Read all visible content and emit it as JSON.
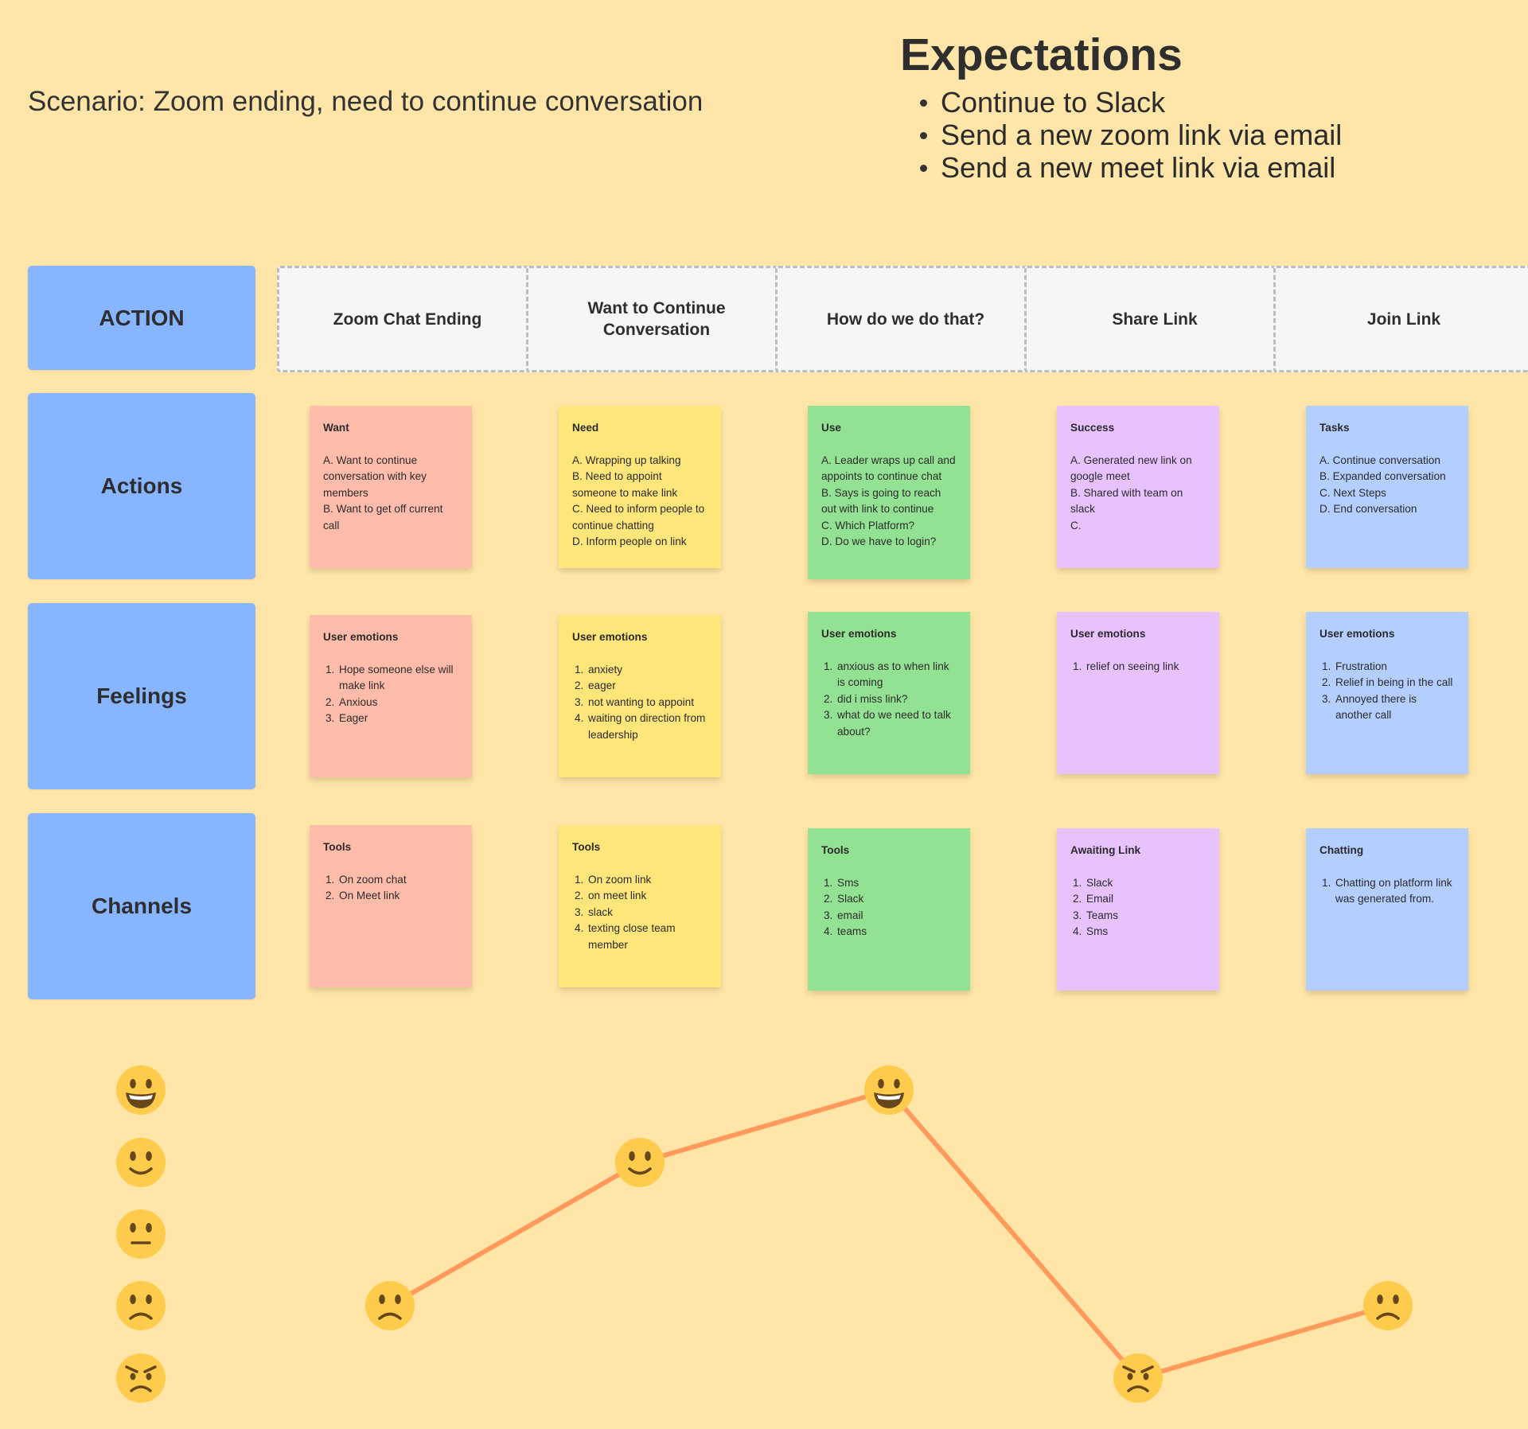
{
  "scenario": "Scenario: Zoom ending, need to continue conversation",
  "expectations": {
    "title": "Expectations",
    "items": [
      "Continue to Slack",
      "Send a new zoom link via email",
      "Send a new meet link via email"
    ]
  },
  "rows": [
    "ACTION",
    "Actions",
    "Feelings",
    "Channels"
  ],
  "columns": [
    "Zoom Chat Ending",
    "Want to Continue Conversation",
    "How do we do that?",
    "Share Link",
    "Join Link"
  ],
  "notes": {
    "actions": [
      {
        "title": "Want",
        "items": [
          "A. Want to continue conversation with key members",
          "B. Want to get off current call"
        ]
      },
      {
        "title": "Need",
        "items": [
          "A. Wrapping up talking",
          "B. Need to appoint someone to make link",
          "C. Need to inform people to continue chatting",
          "D. Inform people on link"
        ]
      },
      {
        "title": "Use",
        "items": [
          "A. Leader wraps up call and appoints to continue chat",
          "B. Says is going to reach out with link to continue",
          "C. Which Platform?",
          "D. Do we have to login?"
        ]
      },
      {
        "title": "Success",
        "items": [
          "A. Generated new link on google meet",
          "B. Shared with team on slack",
          "C."
        ]
      },
      {
        "title": "Tasks",
        "items": [
          "A. Continue conversation",
          "B. Expanded conversation",
          "C. Next Steps",
          "D. End conversation"
        ]
      }
    ],
    "feelings": [
      {
        "title": "User emotions",
        "items": [
          "Hope someone else will make link",
          "Anxious",
          "Eager"
        ]
      },
      {
        "title": "User emotions",
        "items": [
          "anxiety",
          "eager",
          "not wanting to appoint",
          "waiting on direction from leadership"
        ]
      },
      {
        "title": "User emotions",
        "items": [
          "anxious as to when link is coming",
          "did i miss link?",
          "what do we need to talk about?"
        ]
      },
      {
        "title": "User emotions",
        "items": [
          "relief on seeing link"
        ]
      },
      {
        "title": "User emotions",
        "items": [
          "Frustration",
          "Relief in being in the call",
          "Annoyed there is another call"
        ]
      }
    ],
    "channels": [
      {
        "title": "Tools",
        "items": [
          "On zoom chat",
          "On Meet link"
        ]
      },
      {
        "title": "Tools",
        "items": [
          "On zoom link",
          "on meet link",
          "slack",
          "texting close team member"
        ]
      },
      {
        "title": "Tools",
        "items": [
          "Sms",
          "Slack",
          "email",
          "teams"
        ]
      },
      {
        "title": "Awaiting Link",
        "items": [
          "Slack",
          "Email",
          "Teams",
          "Sms"
        ]
      },
      {
        "title": "Chatting",
        "items": [
          "Chatting on platform link was generated from."
        ]
      }
    ]
  },
  "colors": {
    "background": "#ffe6a8",
    "row_label": "#87b5ff",
    "curve": "#ff9a5c",
    "notes": [
      "#ffbcaa",
      "#ffe67a",
      "#93e293",
      "#e8c2ff",
      "#b3ceff"
    ]
  },
  "emotion_scale": [
    "grinning-face",
    "slightly-smiling-face",
    "neutral-face",
    "slightly-frowning-face",
    "angry-face"
  ],
  "emotion_curve": {
    "levels_count": 5,
    "values": [
      4,
      2,
      1,
      5,
      4
    ]
  }
}
